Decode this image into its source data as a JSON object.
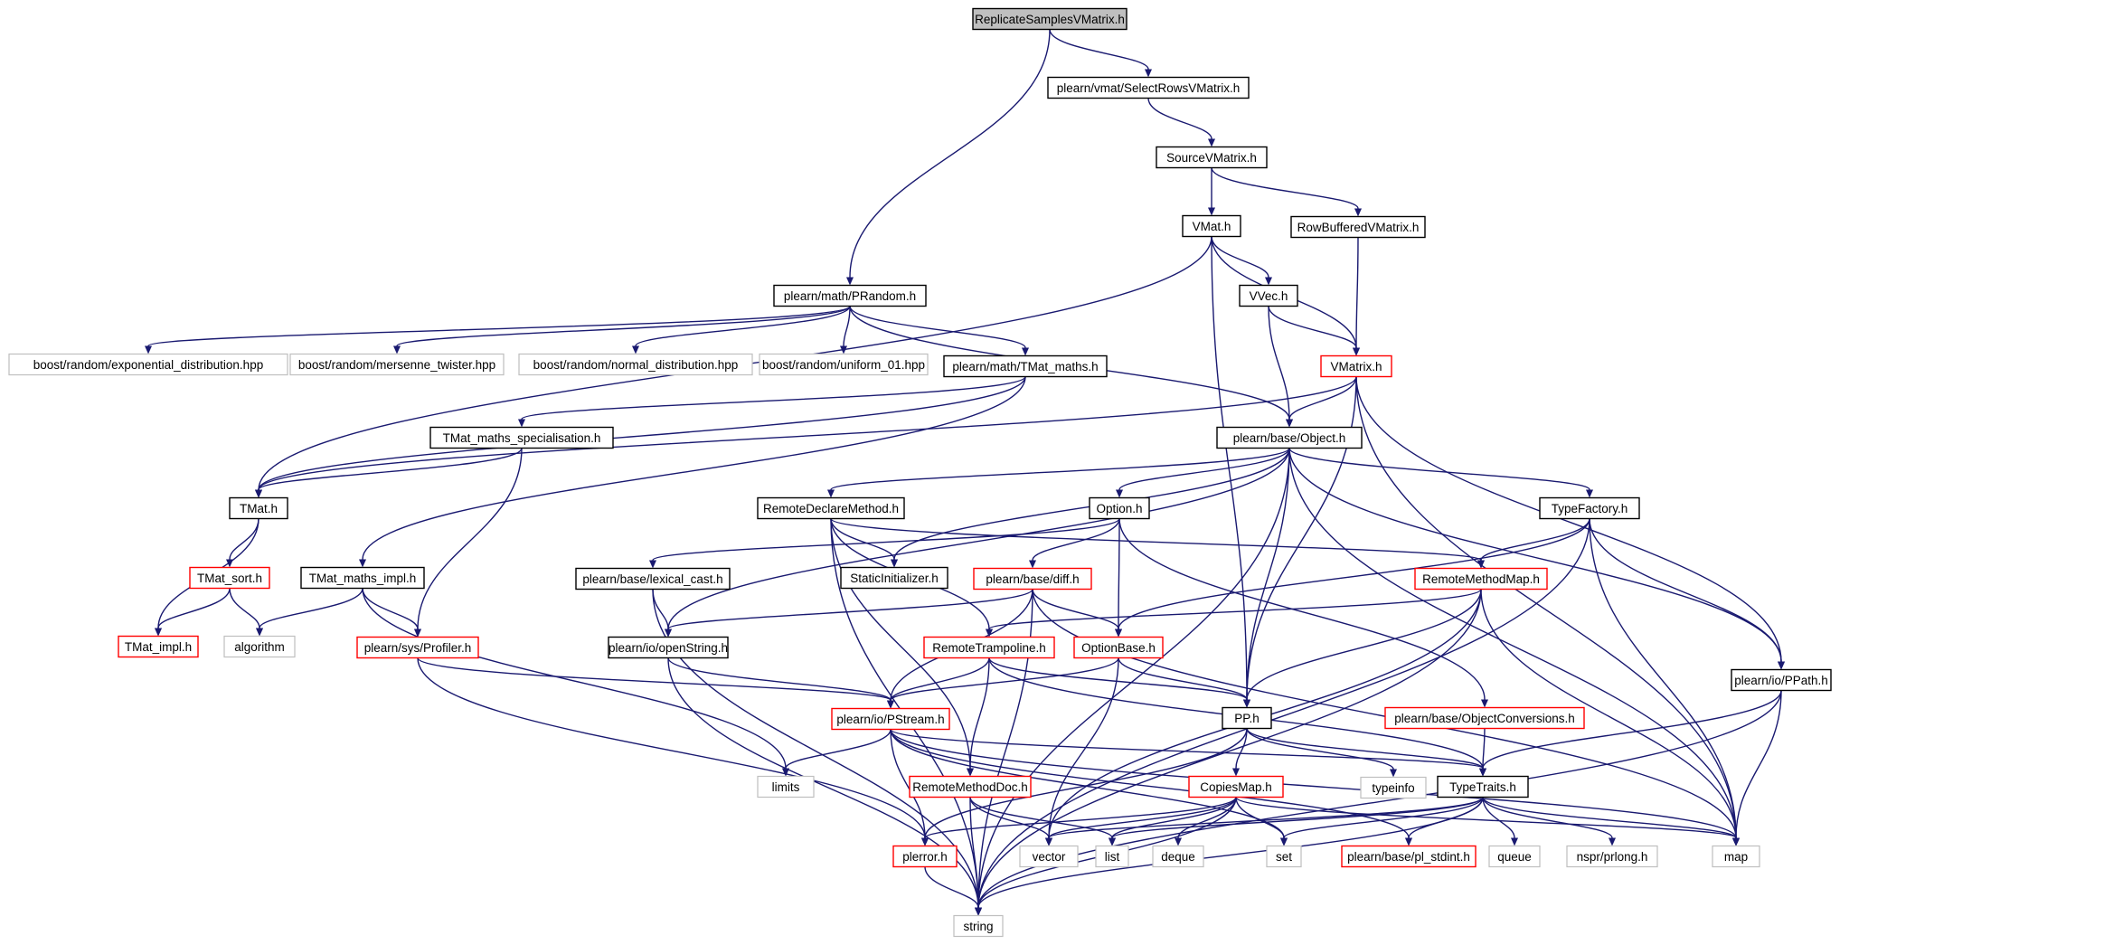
{
  "nodes": [
    {
      "id": "root",
      "label": "ReplicateSamplesVMatrix.h",
      "style": "root"
    },
    {
      "id": "selrows",
      "label": "plearn/vmat/SelectRowsVMatrix.h",
      "style": "black"
    },
    {
      "id": "source",
      "label": "SourceVMatrix.h",
      "style": "black"
    },
    {
      "id": "vmat",
      "label": "VMat.h",
      "style": "black"
    },
    {
      "id": "rowbuf",
      "label": "RowBufferedVMatrix.h",
      "style": "black"
    },
    {
      "id": "prandom",
      "label": "plearn/math/PRandom.h",
      "style": "black"
    },
    {
      "id": "vvec",
      "label": "VVec.h",
      "style": "black"
    },
    {
      "id": "exp",
      "label": "boost/random/exponential_distribution.hpp",
      "style": "grey"
    },
    {
      "id": "mers",
      "label": "boost/random/mersenne_twister.hpp",
      "style": "grey"
    },
    {
      "id": "normal",
      "label": "boost/random/normal_distribution.hpp",
      "style": "grey"
    },
    {
      "id": "unif",
      "label": "boost/random/uniform_01.hpp",
      "style": "grey"
    },
    {
      "id": "tmatmaths",
      "label": "plearn/math/TMat_maths.h",
      "style": "black"
    },
    {
      "id": "vmatrix",
      "label": "VMatrix.h",
      "style": "red"
    },
    {
      "id": "tmatspec",
      "label": "TMat_maths_specialisation.h",
      "style": "black"
    },
    {
      "id": "object",
      "label": "plearn/base/Object.h",
      "style": "black"
    },
    {
      "id": "tmat",
      "label": "TMat.h",
      "style": "black"
    },
    {
      "id": "remotedecl",
      "label": "RemoteDeclareMethod.h",
      "style": "black"
    },
    {
      "id": "option",
      "label": "Option.h",
      "style": "black"
    },
    {
      "id": "typefactory",
      "label": "TypeFactory.h",
      "style": "black"
    },
    {
      "id": "tmatsort",
      "label": "TMat_sort.h",
      "style": "red"
    },
    {
      "id": "tmatmathsimpl",
      "label": "TMat_maths_impl.h",
      "style": "black"
    },
    {
      "id": "lexical",
      "label": "plearn/base/lexical_cast.h",
      "style": "black"
    },
    {
      "id": "staticinit",
      "label": "StaticInitializer.h",
      "style": "black"
    },
    {
      "id": "diff",
      "label": "plearn/base/diff.h",
      "style": "red"
    },
    {
      "id": "remotemethodmap",
      "label": "RemoteMethodMap.h",
      "style": "red"
    },
    {
      "id": "tmatimpl",
      "label": "TMat_impl.h",
      "style": "red"
    },
    {
      "id": "algorithm",
      "label": "algorithm",
      "style": "grey"
    },
    {
      "id": "profiler",
      "label": "plearn/sys/Profiler.h",
      "style": "red"
    },
    {
      "id": "openstring",
      "label": "plearn/io/openString.h",
      "style": "black"
    },
    {
      "id": "remotetramp",
      "label": "RemoteTrampoline.h",
      "style": "red"
    },
    {
      "id": "optionbase",
      "label": "OptionBase.h",
      "style": "red"
    },
    {
      "id": "objconv",
      "label": "plearn/base/ObjectConversions.h",
      "style": "red"
    },
    {
      "id": "ppath",
      "label": "plearn/io/PPath.h",
      "style": "black"
    },
    {
      "id": "pstream",
      "label": "plearn/io/PStream.h",
      "style": "red"
    },
    {
      "id": "pp",
      "label": "PP.h",
      "style": "black"
    },
    {
      "id": "limits",
      "label": "limits",
      "style": "grey"
    },
    {
      "id": "remotemethoddoc",
      "label": "RemoteMethodDoc.h",
      "style": "red"
    },
    {
      "id": "copiesmap",
      "label": "CopiesMap.h",
      "style": "red"
    },
    {
      "id": "typeinfo",
      "label": "typeinfo",
      "style": "grey"
    },
    {
      "id": "typetraits",
      "label": "TypeTraits.h",
      "style": "black"
    },
    {
      "id": "plerror",
      "label": "plerror.h",
      "style": "red"
    },
    {
      "id": "vector",
      "label": "vector",
      "style": "grey"
    },
    {
      "id": "list",
      "label": "list",
      "style": "grey"
    },
    {
      "id": "deque",
      "label": "deque",
      "style": "grey"
    },
    {
      "id": "set",
      "label": "set",
      "style": "grey"
    },
    {
      "id": "plstdint",
      "label": "plearn/base/pl_stdint.h",
      "style": "red"
    },
    {
      "id": "queue",
      "label": "queue",
      "style": "grey"
    },
    {
      "id": "prlong",
      "label": "nspr/prlong.h",
      "style": "grey"
    },
    {
      "id": "map",
      "label": "map",
      "style": "grey"
    },
    {
      "id": "string",
      "label": "string",
      "style": "grey"
    }
  ],
  "edges": [
    [
      "root",
      "selrows"
    ],
    [
      "root",
      "prandom"
    ],
    [
      "selrows",
      "source"
    ],
    [
      "source",
      "vmat"
    ],
    [
      "source",
      "rowbuf"
    ],
    [
      "vmat",
      "vvec"
    ],
    [
      "vmat",
      "vmatrix"
    ],
    [
      "vmat",
      "tmat"
    ],
    [
      "vmat",
      "pp"
    ],
    [
      "rowbuf",
      "vmatrix"
    ],
    [
      "vvec",
      "vmatrix"
    ],
    [
      "vvec",
      "object"
    ],
    [
      "prandom",
      "exp"
    ],
    [
      "prandom",
      "mers"
    ],
    [
      "prandom",
      "normal"
    ],
    [
      "prandom",
      "unif"
    ],
    [
      "prandom",
      "tmatmaths"
    ],
    [
      "prandom",
      "object"
    ],
    [
      "tmatmaths",
      "tmatspec"
    ],
    [
      "tmatmaths",
      "tmatmathsimpl"
    ],
    [
      "tmatmaths",
      "tmat"
    ],
    [
      "vmatrix",
      "object"
    ],
    [
      "vmatrix",
      "tmat"
    ],
    [
      "vmatrix",
      "pp"
    ],
    [
      "vmatrix",
      "ppath"
    ],
    [
      "vmatrix",
      "map"
    ],
    [
      "tmatspec",
      "tmat"
    ],
    [
      "tmatspec",
      "profiler"
    ],
    [
      "object",
      "remotedecl"
    ],
    [
      "object",
      "option"
    ],
    [
      "object",
      "typefactory"
    ],
    [
      "object",
      "staticinit"
    ],
    [
      "object",
      "openstring"
    ],
    [
      "object",
      "pp"
    ],
    [
      "object",
      "ppath"
    ],
    [
      "object",
      "map"
    ],
    [
      "object",
      "string"
    ],
    [
      "tmat",
      "tmatsort"
    ],
    [
      "tmat",
      "tmatimpl"
    ],
    [
      "tmatsort",
      "tmatimpl"
    ],
    [
      "tmatsort",
      "algorithm"
    ],
    [
      "tmatmathsimpl",
      "algorithm"
    ],
    [
      "tmatmathsimpl",
      "profiler"
    ],
    [
      "tmatmathsimpl",
      "limits"
    ],
    [
      "remotedecl",
      "staticinit"
    ],
    [
      "remotedecl",
      "remotemethodmap"
    ],
    [
      "remotedecl",
      "remotetramp"
    ],
    [
      "remotedecl",
      "remotemethoddoc"
    ],
    [
      "remotedecl",
      "string"
    ],
    [
      "option",
      "lexical"
    ],
    [
      "option",
      "diff"
    ],
    [
      "option",
      "optionbase"
    ],
    [
      "option",
      "objconv"
    ],
    [
      "typefactory",
      "remotemethodmap"
    ],
    [
      "typefactory",
      "optionbase"
    ],
    [
      "typefactory",
      "ppath"
    ],
    [
      "typefactory",
      "map"
    ],
    [
      "typefactory",
      "string"
    ],
    [
      "lexical",
      "openstring"
    ],
    [
      "lexical",
      "string"
    ],
    [
      "diff",
      "openstring"
    ],
    [
      "diff",
      "optionbase"
    ],
    [
      "diff",
      "pstream"
    ],
    [
      "diff",
      "string"
    ],
    [
      "diff",
      "map"
    ],
    [
      "remotemethodmap",
      "remotetramp"
    ],
    [
      "remotemethodmap",
      "pp"
    ],
    [
      "remotemethodmap",
      "map"
    ],
    [
      "remotemethodmap",
      "vector"
    ],
    [
      "remotemethodmap",
      "string"
    ],
    [
      "profiler",
      "pstream"
    ],
    [
      "profiler",
      "plerror"
    ],
    [
      "openstring",
      "pstream"
    ],
    [
      "openstring",
      "string"
    ],
    [
      "remotetramp",
      "pstream"
    ],
    [
      "remotetramp",
      "remotemethoddoc"
    ],
    [
      "remotetramp",
      "pp"
    ],
    [
      "remotetramp",
      "typetraits"
    ],
    [
      "optionbase",
      "pstream"
    ],
    [
      "optionbase",
      "pp"
    ],
    [
      "optionbase",
      "vector"
    ],
    [
      "objconv",
      "typetraits"
    ],
    [
      "ppath",
      "typetraits"
    ],
    [
      "ppath",
      "map"
    ],
    [
      "ppath",
      "string"
    ],
    [
      "pstream",
      "limits"
    ],
    [
      "pstream",
      "plerror"
    ],
    [
      "pstream",
      "set"
    ],
    [
      "pstream",
      "plstdint"
    ],
    [
      "pstream",
      "map"
    ],
    [
      "pstream",
      "typetraits"
    ],
    [
      "pp",
      "copiesmap"
    ],
    [
      "pp",
      "typeinfo"
    ],
    [
      "pp",
      "typetraits"
    ],
    [
      "pp",
      "plerror"
    ],
    [
      "remotemethoddoc",
      "vector"
    ],
    [
      "remotemethoddoc",
      "list"
    ],
    [
      "remotemethoddoc",
      "string"
    ],
    [
      "copiesmap",
      "plerror"
    ],
    [
      "copiesmap",
      "vector"
    ],
    [
      "copiesmap",
      "list"
    ],
    [
      "copiesmap",
      "deque"
    ],
    [
      "copiesmap",
      "set"
    ],
    [
      "copiesmap",
      "map"
    ],
    [
      "copiesmap",
      "string"
    ],
    [
      "typetraits",
      "vector"
    ],
    [
      "typetraits",
      "list"
    ],
    [
      "typetraits",
      "set"
    ],
    [
      "typetraits",
      "plstdint"
    ],
    [
      "typetraits",
      "queue"
    ],
    [
      "typetraits",
      "prlong"
    ],
    [
      "typetraits",
      "map"
    ],
    [
      "typetraits",
      "string"
    ],
    [
      "plerror",
      "string"
    ]
  ]
}
